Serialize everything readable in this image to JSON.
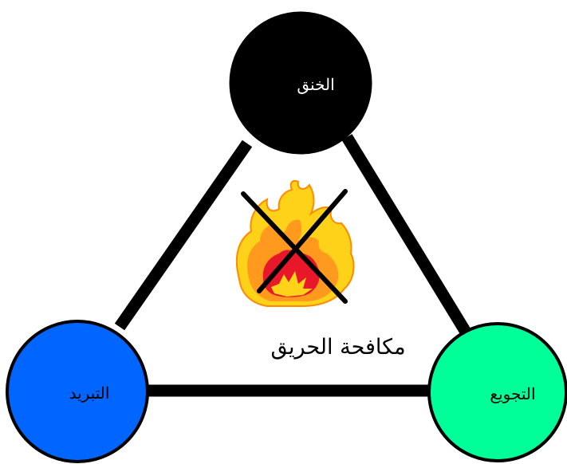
{
  "diagram": {
    "center_label": "مكافحة الحريق",
    "fire_icon": "fire-crossed-out-icon",
    "nodes": {
      "top": {
        "label": "الخنق",
        "color": "#000000",
        "text_color": "#ffffff"
      },
      "left": {
        "label": "التبريد",
        "color": "#0066ff",
        "text_color": "#000000"
      },
      "right": {
        "label": "التجويع",
        "color": "#00ff99",
        "text_color": "#000000"
      }
    },
    "edge_color": "#000000"
  }
}
